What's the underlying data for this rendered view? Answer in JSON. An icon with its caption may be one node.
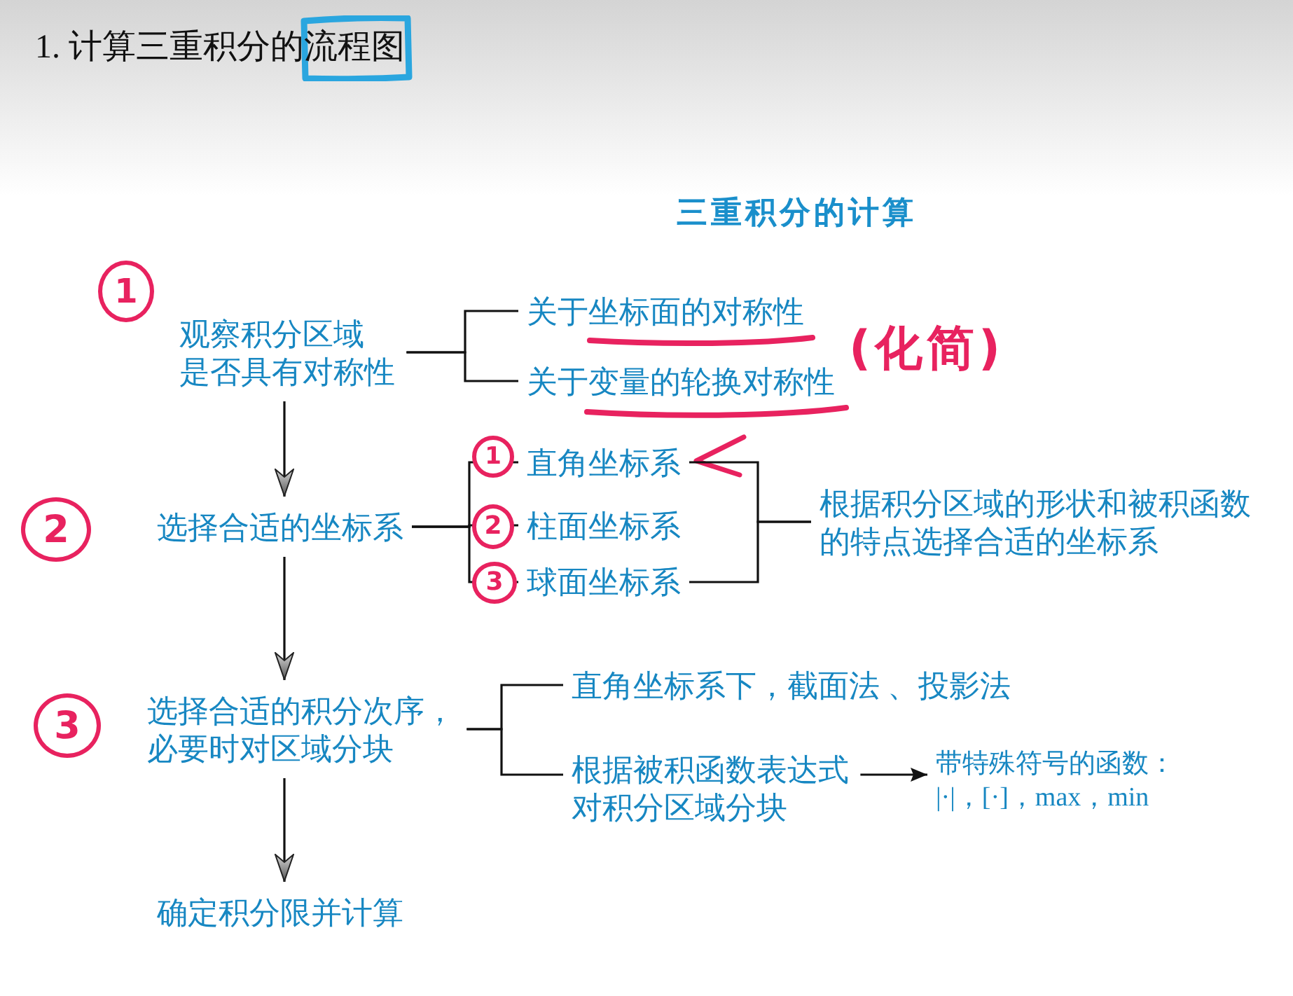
{
  "diagram": {
    "title": "三重积分的计算",
    "nodes": [
      {
        "text": [
          "观察积分区域是否具有对称性"
        ]
      },
      {
        "text": [
          "关于坐标面的对称性"
        ]
      },
      {
        "text": [
          "关于变量的轮换对称性"
        ]
      },
      {
        "text": [
          "选择合适的坐标系"
        ]
      },
      {
        "text": [
          "直角坐标系"
        ]
      },
      {
        "text": [
          "柱面坐标系"
        ]
      },
      {
        "text": [
          "球面坐标系"
        ]
      },
      {
        "text": [
          "根据积分区域的形状和被积函数的特点选择合适的坐标系"
        ]
      },
      {
        "text": [
          "选择合适的积分次序，必要时对区域分块"
        ]
      },
      {
        "text": [
          "直角坐标系下，截面法 、投影法"
        ]
      },
      {
        "text": [
          "根据被积函数表达式对积分区域分块"
        ]
      },
      {
        "text": [
          "带特殊符号的函数：|·|，[·]，max，min"
        ]
      },
      {
        "text": [
          "确定积分限并计算"
        ]
      }
    ],
    "edges": [
      {
        "from": 0,
        "to": 1,
        "arrow": "none"
      },
      {
        "from": 0,
        "to": 2,
        "arrow": "none"
      },
      {
        "from": 0,
        "to": 3,
        "arrow": "to"
      },
      {
        "from": 3,
        "to": 4,
        "arrow": "none"
      },
      {
        "from": 3,
        "to": 5,
        "arrow": "none"
      },
      {
        "from": 3,
        "to": 6,
        "arrow": "none"
      },
      {
        "from": 4,
        "to": 7,
        "arrow": "none"
      },
      {
        "from": 6,
        "to": 7,
        "arrow": "none"
      },
      {
        "from": 3,
        "to": 8,
        "arrow": "to"
      },
      {
        "from": 8,
        "to": 9,
        "arrow": "none"
      },
      {
        "from": 8,
        "to": 10,
        "arrow": "none"
      },
      {
        "from": 10,
        "to": 11,
        "arrow": "to"
      },
      {
        "from": 8,
        "to": 12,
        "arrow": "to"
      }
    ],
    "labels": [
      "1. 计算三重积分的流程图",
      "1",
      "(化简)",
      "1",
      "2",
      "2",
      "3",
      "3"
    ]
  }
}
